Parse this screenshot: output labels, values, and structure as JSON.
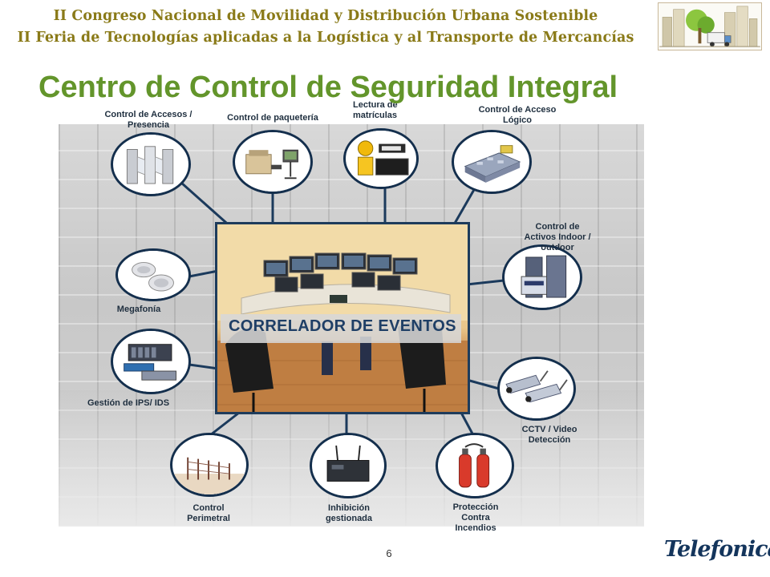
{
  "header": {
    "line1": "II Congreso Nacional de Movilidad y Distribución Urbana Sostenible",
    "line2": "II Feria de Tecnologías aplicadas a la Logística y al Transporte de Mercancías"
  },
  "title": "Centro de Control de Seguridad Integral",
  "center": {
    "label": "CORRELADOR DE EVENTOS"
  },
  "nodes": {
    "accesos": "Control de Accesos /\nPresencia",
    "paqueteria": "Control de paquetería",
    "matriculas": "Lectura de\nmatrículas",
    "acceso_logico": "Control de Acceso\nLógico",
    "activos": "Control de\nActivos Indoor /\noutdoor",
    "megafonia": "Megafonía",
    "ips_ids": "Gestión de IPS/ IDS",
    "cctv": "CCTV / Video\nDetección",
    "perimetral": "Control\nPerimetral",
    "inhibicion": "Inhibición\ngestionada",
    "incendios": "Protección\nContra\nIncendios"
  },
  "footer": {
    "page_number": "6",
    "brand": "Telefonica"
  },
  "colors": {
    "title": "#63952b",
    "header": "#8a7a18",
    "ring": "#142f4d",
    "center_border": "#1e3c5c",
    "center_label": "#1f3f66"
  },
  "icons": {
    "accesos": "turnstile-icon",
    "paqueteria": "xray-scanner-icon",
    "matriculas": "plate-reader-camera-icon",
    "acceso_logico": "server-rack-icon",
    "activos": "rfid-reader-icon",
    "megafonia": "speaker-icon",
    "ips_ids": "network-appliance-icon",
    "cctv": "cctv-camera-icon",
    "perimetral": "fence-icon",
    "inhibicion": "jammer-icon",
    "incendios": "fire-extinguisher-icon",
    "logo": "city-truck-logo"
  }
}
